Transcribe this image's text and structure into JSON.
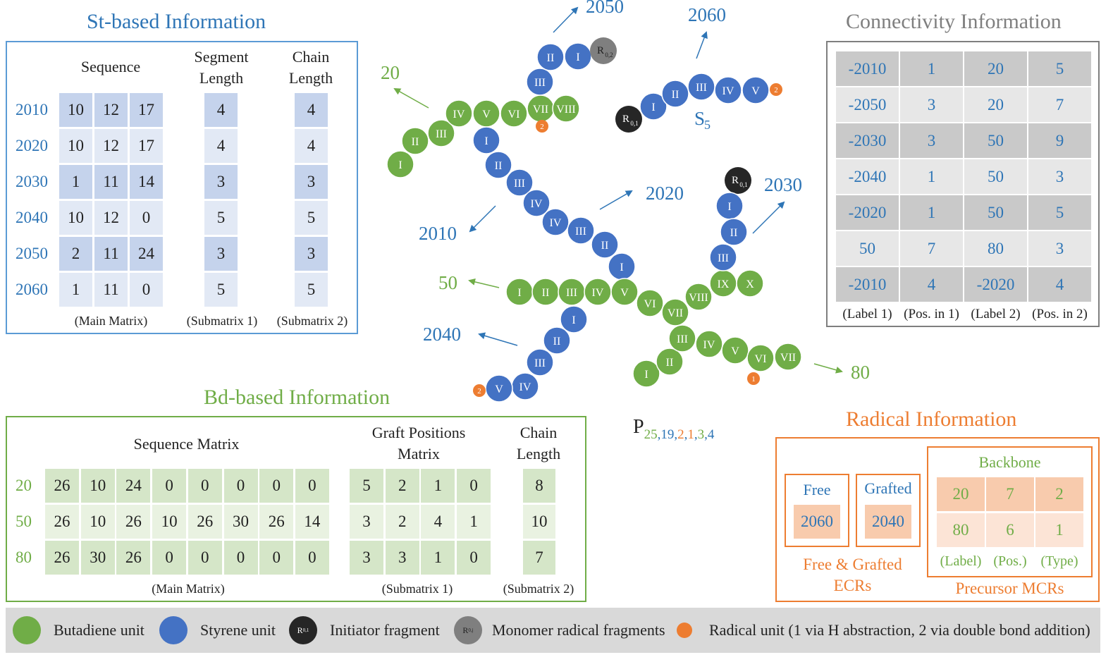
{
  "colors": {
    "blue": "#2e75b6",
    "green": "#70ad47",
    "orange": "#ed7d31",
    "dark": "#2f2f2f",
    "gray": "#7f7f7f"
  },
  "st_panel": {
    "title": "St-based Information",
    "headers": {
      "sequence": "Sequence",
      "segment_length": "Segment Length",
      "chain_length": "Chain Length"
    },
    "rows": [
      {
        "label": "2010",
        "seq": [
          "10",
          "12",
          "17"
        ],
        "seg": "4",
        "chain": "4"
      },
      {
        "label": "2020",
        "seq": [
          "10",
          "12",
          "17"
        ],
        "seg": "4",
        "chain": "4"
      },
      {
        "label": "2030",
        "seq": [
          "1",
          "11",
          "14"
        ],
        "seg": "3",
        "chain": "3"
      },
      {
        "label": "2040",
        "seq": [
          "10",
          "12",
          "0"
        ],
        "seg": "5",
        "chain": "5"
      },
      {
        "label": "2050",
        "seq": [
          "2",
          "11",
          "24"
        ],
        "seg": "3",
        "chain": "3"
      },
      {
        "label": "2060",
        "seq": [
          "1",
          "11",
          "0"
        ],
        "seg": "5",
        "chain": "5"
      }
    ],
    "captions": {
      "main": "(Main Matrix)",
      "sub1": "(Submatrix 1)",
      "sub2": "(Submatrix 2)"
    }
  },
  "conn_panel": {
    "title": "Connectivity Information",
    "rows": [
      [
        "-2010",
        "1",
        "20",
        "5"
      ],
      [
        "-2050",
        "3",
        "20",
        "7"
      ],
      [
        "-2030",
        "3",
        "50",
        "9"
      ],
      [
        "-2040",
        "1",
        "50",
        "3"
      ],
      [
        "-2020",
        "1",
        "50",
        "5"
      ],
      [
        "50",
        "7",
        "80",
        "3"
      ],
      [
        "-2010",
        "4",
        "-2020",
        "4"
      ]
    ],
    "captions": [
      "(Label 1)",
      "(Pos. in 1)",
      "(Label 2)",
      "(Pos. in 2)"
    ]
  },
  "bd_panel": {
    "title": "Bd-based Information",
    "headers": {
      "sequence": "Sequence Matrix",
      "graft": "Graft Positions Matrix",
      "chain": "Chain Length"
    },
    "rows": [
      {
        "label": "20",
        "seq": [
          "26",
          "10",
          "24",
          "0",
          "0",
          "0",
          "0",
          "0"
        ],
        "graft": [
          "5",
          "2",
          "1",
          "0"
        ],
        "chain": "8"
      },
      {
        "label": "50",
        "seq": [
          "26",
          "10",
          "26",
          "10",
          "26",
          "30",
          "26",
          "14"
        ],
        "graft": [
          "3",
          "2",
          "4",
          "1"
        ],
        "chain": "10"
      },
      {
        "label": "80",
        "seq": [
          "26",
          "30",
          "26",
          "0",
          "0",
          "0",
          "0",
          "0"
        ],
        "graft": [
          "3",
          "3",
          "1",
          "0"
        ],
        "chain": "7"
      }
    ],
    "captions": {
      "main": "(Main Matrix)",
      "sub1": "(Submatrix 1)",
      "sub2": "(Submatrix 2)"
    }
  },
  "radical_panel": {
    "title": "Radical Information",
    "free": {
      "title": "Free",
      "value": "2060"
    },
    "grafted": {
      "title": "Grafted",
      "value": "2040"
    },
    "ecr_caption_1": "Free & Grafted",
    "ecr_caption_2": "ECRs",
    "backbone": {
      "title": "Backbone",
      "rows": [
        [
          "20",
          "7",
          "2"
        ],
        [
          "80",
          "6",
          "1"
        ]
      ],
      "captions": [
        "(Label)",
        "(Pos.)",
        "(Type)"
      ]
    },
    "mcr_caption": "Precursor MCRs"
  },
  "diagram": {
    "labels": {
      "l2050": "2050",
      "l2060": "2060",
      "l20": "20",
      "l2020": "2020",
      "l2030": "2030",
      "l2010": "2010",
      "l50": "50",
      "l2040": "2040",
      "l80": "80"
    },
    "s5": {
      "base": "S",
      "sub": "5"
    },
    "formula": {
      "base": "P",
      "subs": [
        {
          "text": "25",
          "color": "#70ad47"
        },
        {
          "text": ",",
          "color": "#2e75b6"
        },
        {
          "text": "19",
          "color": "#2e75b6"
        },
        {
          "text": ",",
          "color": "#2e75b6"
        },
        {
          "text": "2",
          "color": "#ed7d31"
        },
        {
          "text": ",",
          "color": "#2e75b6"
        },
        {
          "text": "1",
          "color": "#ed7d31"
        },
        {
          "text": ",",
          "color": "#2e75b6"
        },
        {
          "text": "3",
          "color": "#70ad47"
        },
        {
          "text": ",",
          "color": "#2e75b6"
        },
        {
          "text": "4",
          "color": "#2e75b6"
        }
      ]
    },
    "init_r01": {
      "base": "R",
      "sub": "0,1"
    },
    "init_r02": {
      "base": "R",
      "sub": "0,2"
    },
    "radical_1": "1",
    "radical_2": "2"
  },
  "legend": {
    "butadiene": "Butadiene unit",
    "styrene": "Styrene unit",
    "initiator": "Initiator fragment",
    "monomer": "Monomer radical fragments",
    "radical": "Radical unit (1 via H abstraction, 2 via double bond addition)",
    "init_symbol": {
      "base": "R",
      "sub": "0,1"
    },
    "mono_symbol": {
      "base": "R",
      "sub": "0,j"
    }
  }
}
